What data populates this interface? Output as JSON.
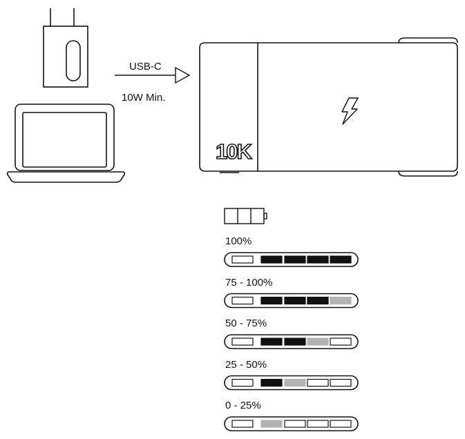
{
  "connection": {
    "port_label": "USB-C",
    "power_label": "10W Min."
  },
  "powerbank": {
    "capacity_mark": "10K"
  },
  "legend": {
    "levels": [
      {
        "label": "100%",
        "segments": [
          "off",
          "on",
          "on",
          "on",
          "on"
        ]
      },
      {
        "label": "75 - 100%",
        "segments": [
          "off",
          "on",
          "on",
          "on",
          "blink"
        ]
      },
      {
        "label": "50 - 75%",
        "segments": [
          "off",
          "on",
          "on",
          "blink",
          "off"
        ]
      },
      {
        "label": "25 - 50%",
        "segments": [
          "off",
          "on",
          "blink",
          "off",
          "off"
        ]
      },
      {
        "label": "0 - 25%",
        "segments": [
          "off",
          "blink",
          "off",
          "off",
          "off"
        ]
      }
    ]
  },
  "colors": {
    "on": "#111111",
    "blink": "#b3b3b3",
    "off": "#ffffff",
    "stroke": "#111111"
  },
  "icons": [
    "wall-charger-icon",
    "laptop-icon",
    "arrow-icon",
    "lightning-icon",
    "battery-icon"
  ]
}
